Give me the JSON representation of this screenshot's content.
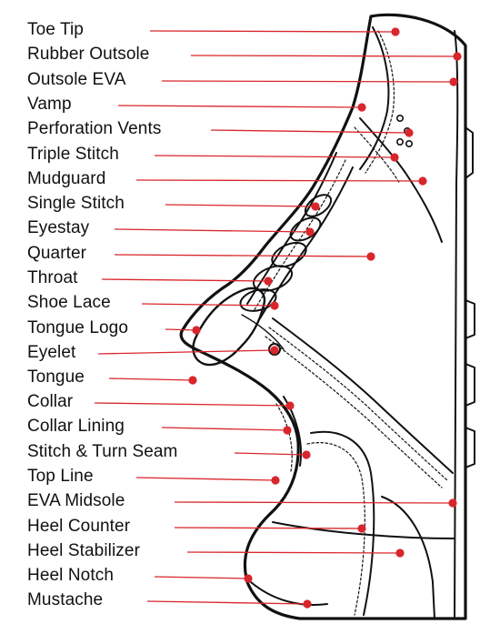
{
  "diagram": {
    "colors": {
      "leader": "#d9262c",
      "outline": "#111111",
      "text": "#111111"
    },
    "parts": [
      {
        "label": "Toe Tip"
      },
      {
        "label": "Rubber Outsole"
      },
      {
        "label": "Outsole EVA"
      },
      {
        "label": "Vamp"
      },
      {
        "label": "Perforation Vents"
      },
      {
        "label": "Triple Stitch"
      },
      {
        "label": "Mudguard"
      },
      {
        "label": "Single Stitch"
      },
      {
        "label": "Eyestay"
      },
      {
        "label": "Quarter"
      },
      {
        "label": "Throat"
      },
      {
        "label": "Shoe Lace"
      },
      {
        "label": "Tongue Logo"
      },
      {
        "label": "Eyelet"
      },
      {
        "label": "Tongue"
      },
      {
        "label": "Collar"
      },
      {
        "label": "Collar Lining"
      },
      {
        "label": "Stitch & Turn Seam"
      },
      {
        "label": "Top Line"
      },
      {
        "label": "EVA Midsole"
      },
      {
        "label": "Heel Counter"
      },
      {
        "label": "Heel Stabilizer"
      },
      {
        "label": "Heel Notch"
      },
      {
        "label": "Mustache"
      }
    ]
  }
}
